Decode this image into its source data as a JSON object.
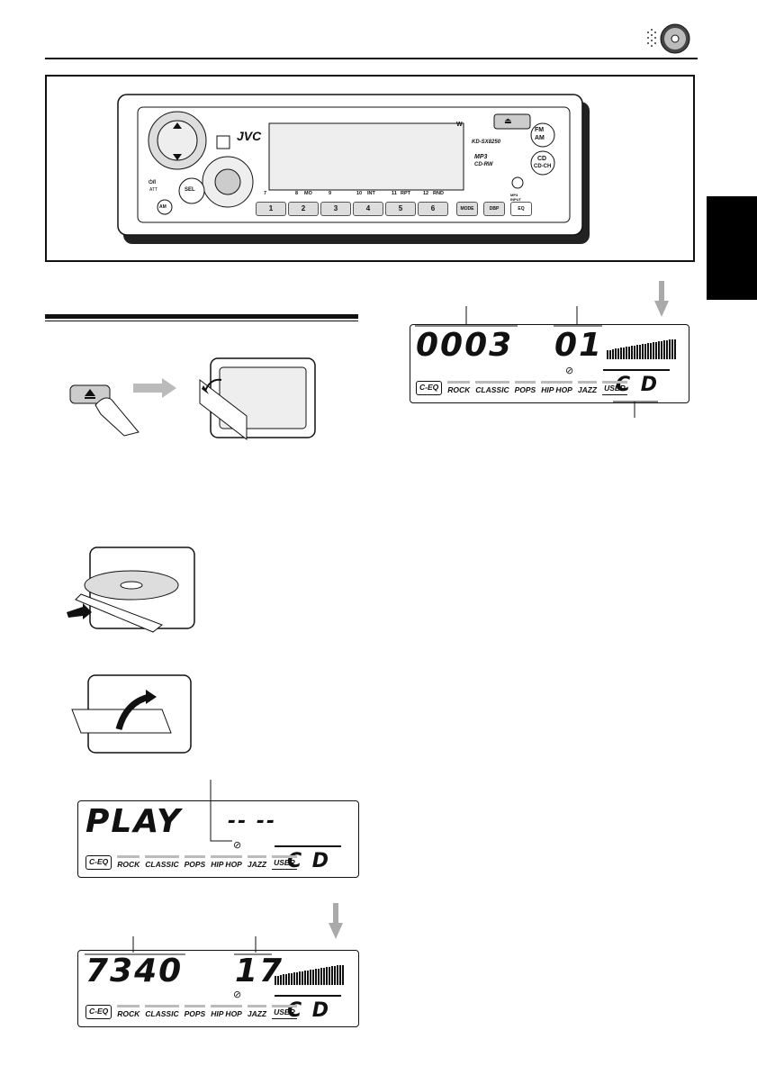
{
  "header": {
    "icon": "cd-disc-icon"
  },
  "unit": {
    "brand": "JVC",
    "model": "KD-SX8250",
    "logo_w": "W",
    "fm_am": [
      "FM",
      "AM"
    ],
    "cd_labels": [
      "CD",
      "CD-CH"
    ],
    "mp3_input": "MP3 INPUT",
    "sel": "SEL",
    "att": "ATT",
    "off": "⏻/I",
    "am_btn": "AM",
    "presets": [
      "1",
      "2",
      "3",
      "4",
      "5",
      "6"
    ],
    "preset_labels": [
      "7",
      "8",
      "MO",
      "9",
      "10",
      "INT",
      "11",
      "RPT",
      "12",
      "RND"
    ],
    "mode": "MODE",
    "dbp": "DBP",
    "eq": "EQ",
    "mp3_logo": "MP3",
    "cdrw": "CD-RW",
    "mp3_side": "MP3"
  },
  "displays": {
    "top_right": {
      "left": "0003",
      "right": "01",
      "source": "C D"
    },
    "play": {
      "left": "PLAY",
      "right": "-- --",
      "source": "C D"
    },
    "bottom": {
      "left": "7340",
      "right": "17",
      "source": "C D"
    }
  },
  "eq_modes": [
    "C-EQ",
    "ROCK",
    "CLASSIC",
    "POPS",
    "HIP HOP",
    "JAZZ",
    "USER"
  ]
}
